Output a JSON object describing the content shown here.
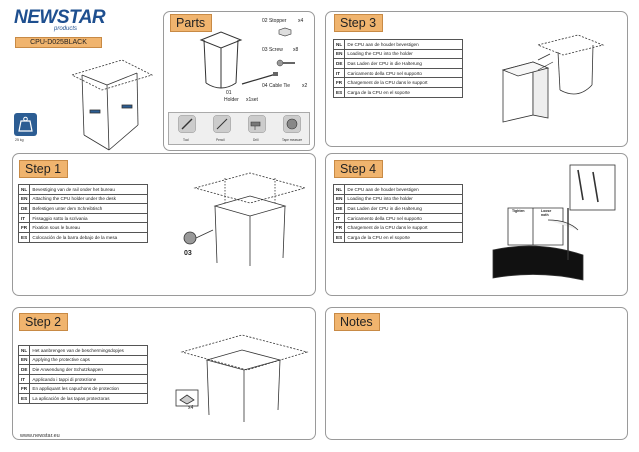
{
  "brand": {
    "name": "NEWSTAR",
    "sub": "products",
    "model": "CPU-D025BLACK",
    "weight_label": "25 kg"
  },
  "parts": {
    "title": "Parts",
    "p01_label": "01",
    "p01_name": "Holder",
    "p01_qty": "x1set",
    "p02": "02 Stopper",
    "p02_qty": "x4",
    "p03": "03 Screw",
    "p03_qty": "x8",
    "p04": "04 Cable Tie",
    "p04_qty": "x2",
    "tools": [
      "Tool",
      "Pencil",
      "Drill",
      "Tape measure"
    ]
  },
  "step1": {
    "title": "Step 1",
    "rows": [
      {
        "code": "NL",
        "text": "Bevestiging van de rail onder het bureau"
      },
      {
        "code": "EN",
        "text": "Attaching the CPU holder under the desk"
      },
      {
        "code": "DE",
        "text": "Befestigen unter dem Schreibtisch"
      },
      {
        "code": "IT",
        "text": "Fissaggio sotto la scrivania"
      },
      {
        "code": "FR",
        "text": "Fixation sous le bureau"
      },
      {
        "code": "ES",
        "text": "Colocación de la barra debajo de la mesa"
      }
    ],
    "part_ref": "03"
  },
  "step2": {
    "title": "Step 2",
    "rows": [
      {
        "code": "NL",
        "text": "Het aanbrengen van de beschermingsdopjes"
      },
      {
        "code": "EN",
        "text": "Applying the protective caps"
      },
      {
        "code": "DE",
        "text": "Die Anwendung der Schutzkappen"
      },
      {
        "code": "IT",
        "text": "Applicando i tappi di protezione"
      },
      {
        "code": "FR",
        "text": "En appliquant les capuchons de protection"
      },
      {
        "code": "ES",
        "text": "La aplicación de las tapas protectoras"
      }
    ],
    "qty": "x4"
  },
  "step3": {
    "title": "Step 3",
    "rows": [
      {
        "code": "NL",
        "text": "De CPU aan de houder bevestigen"
      },
      {
        "code": "EN",
        "text": "Loading the CPU into the holder"
      },
      {
        "code": "DE",
        "text": "Das Laden der CPU in die Halterung"
      },
      {
        "code": "IT",
        "text": "Caricamento della CPU nel supporto"
      },
      {
        "code": "FR",
        "text": "Chargement de la CPU dans le support"
      },
      {
        "code": "ES",
        "text": "Carga de la CPU en el soporte"
      }
    ]
  },
  "step4": {
    "title": "Step 4",
    "rows": [
      {
        "code": "NL",
        "text": "De CPU aan de houder bevestigen"
      },
      {
        "code": "EN",
        "text": "Loading the CPU into the holder"
      },
      {
        "code": "DE",
        "text": "Das Laden der CPU in die Halterung"
      },
      {
        "code": "IT",
        "text": "Caricamento della CPU nel supporto"
      },
      {
        "code": "FR",
        "text": "Chargement de la CPU dans le support"
      },
      {
        "code": "ES",
        "text": "Carga de la CPU en el soporte"
      }
    ],
    "tighten": "Tighten",
    "loosen": "Loose\nnoth"
  },
  "notes": {
    "title": "Notes"
  },
  "footer": {
    "url": "www.newstar.eu"
  }
}
